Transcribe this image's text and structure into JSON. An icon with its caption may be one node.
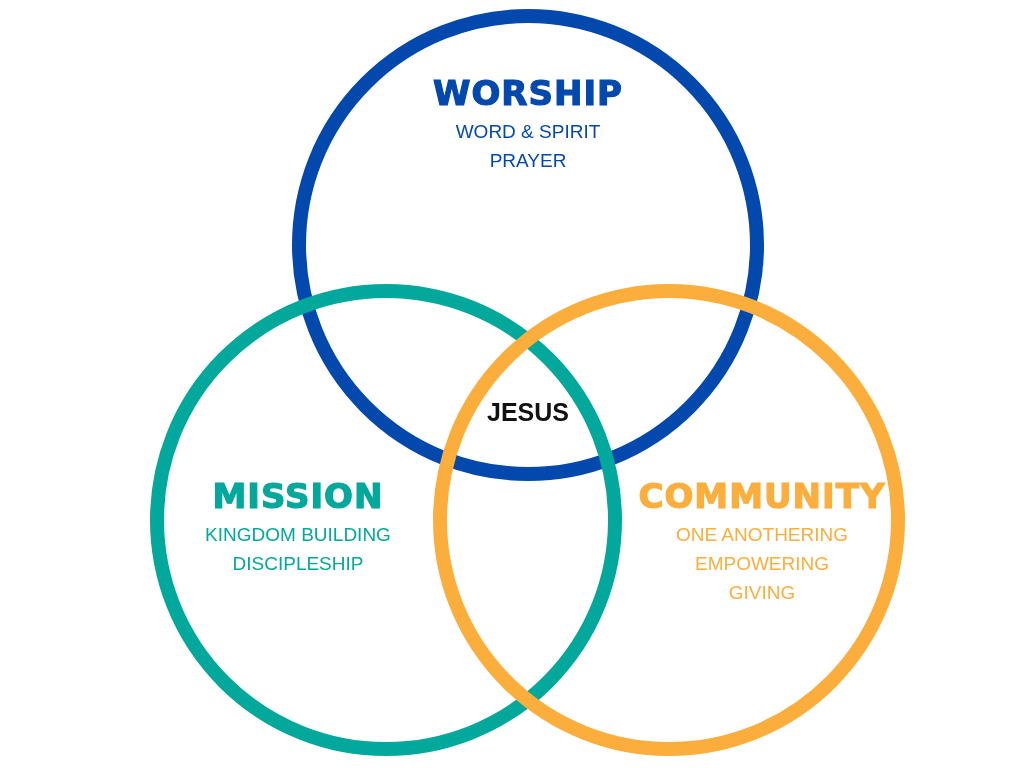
{
  "diagram": {
    "nodes": [
      {
        "text": [
          "WORSHIP",
          "WORD & SPIRIT",
          "PRAYER"
        ]
      },
      {
        "text": [
          "MISSION",
          "KINGDOM BUILDING",
          "DISCIPLESHIP"
        ]
      },
      {
        "text": [
          "COMMUNITY",
          "ONE ANOTHERING",
          "EMPOWERING",
          "GIVING"
        ]
      }
    ],
    "edges": [],
    "labels": [
      "JESUS"
    ]
  }
}
